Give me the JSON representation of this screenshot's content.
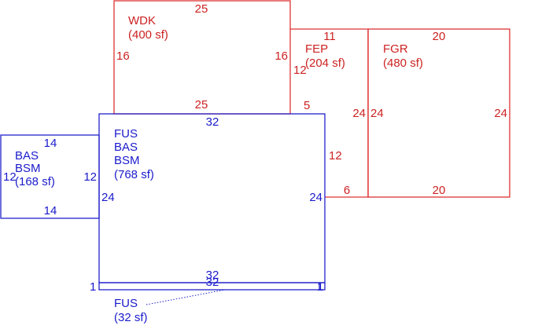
{
  "colors": {
    "red": "#cc2222",
    "blue": "#1a1acc"
  },
  "wdk": {
    "code": "WDK",
    "area": "(400 sf)",
    "dim_top": "25",
    "dim_left": "16",
    "dim_right": "16",
    "dim_bottom": "25"
  },
  "fep": {
    "code": "FEP",
    "area": "(204 sf)",
    "dim_top": "11",
    "dim_left_upper": "12",
    "dim_left_lower": "5",
    "dim_right": "24",
    "dim_inner": "12",
    "dim_bottom": "6"
  },
  "fgr": {
    "code": "FGR",
    "area": "(480 sf)",
    "dim_top": "20",
    "dim_left": "24",
    "dim_right": "24",
    "dim_bottom": "20"
  },
  "fus_main": {
    "line1": "FUS",
    "line2": "BAS",
    "line3": "BSM",
    "area": "(768 sf)",
    "dim_top": "32",
    "dim_left": "24",
    "dim_right": "24",
    "dim_bottom": "32"
  },
  "bas": {
    "line1": "BAS",
    "line2": "BSM",
    "area": "(168 sf)",
    "dim_top": "14",
    "dim_left": "12",
    "dim_right": "12",
    "dim_bottom": "14"
  },
  "fus_strip": {
    "code": "FUS",
    "area": "(32 sf)",
    "dim_top": "32",
    "dim_bottom": "32",
    "dim_left": "1",
    "dim_right": "1"
  }
}
